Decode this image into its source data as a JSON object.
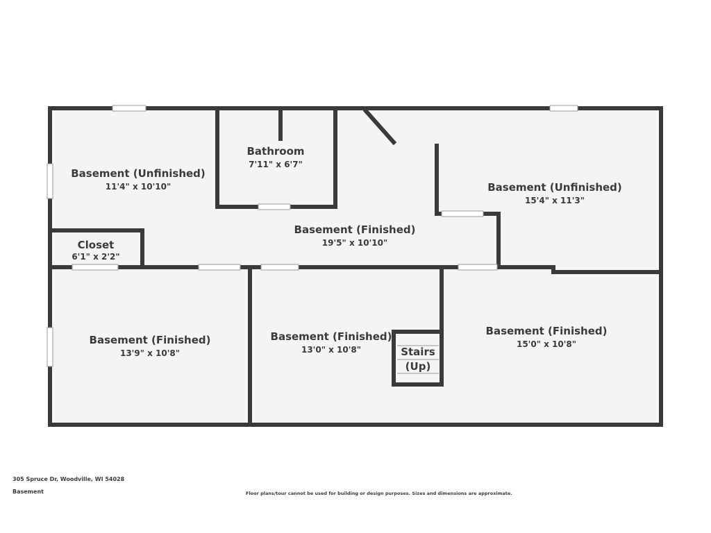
{
  "plan": {
    "rooms": [
      {
        "id": "basement-unfinished-west",
        "name": "Basement (Unfinished)",
        "dims": "11'4\" x 10'10\""
      },
      {
        "id": "bathroom",
        "name": "Bathroom",
        "dims": "7'11\" x 6'7\""
      },
      {
        "id": "basement-unfinished-east",
        "name": "Basement (Unfinished)",
        "dims": "15'4\" x 11'3\""
      },
      {
        "id": "basement-finished-hall",
        "name": "Basement (Finished)",
        "dims": "19'5\" x 10'10\""
      },
      {
        "id": "closet",
        "name": "Closet",
        "dims": "6'1\" x 2'2\""
      },
      {
        "id": "basement-finished-southwest",
        "name": "Basement (Finished)",
        "dims": "13'9\" x 10'8\""
      },
      {
        "id": "basement-finished-south",
        "name": "Basement (Finished)",
        "dims": "13'0\" x 10'8\""
      },
      {
        "id": "basement-finished-southeast",
        "name": "Basement (Finished)",
        "dims": "15'0\" x 10'8\""
      }
    ],
    "stairs": {
      "line1": "Stairs",
      "line2": "(Up)"
    }
  },
  "footer": {
    "address": "305 Spruce Dr, Woodville, WI 54028",
    "level": "Basement",
    "disclaimer": "Floor plans/tour cannot be used for building or design purposes. Sizes and dimensions are approximate."
  },
  "colors": {
    "wall": "#3a3a3a",
    "floor": "#f4f4f4",
    "background": "#ffffff"
  }
}
